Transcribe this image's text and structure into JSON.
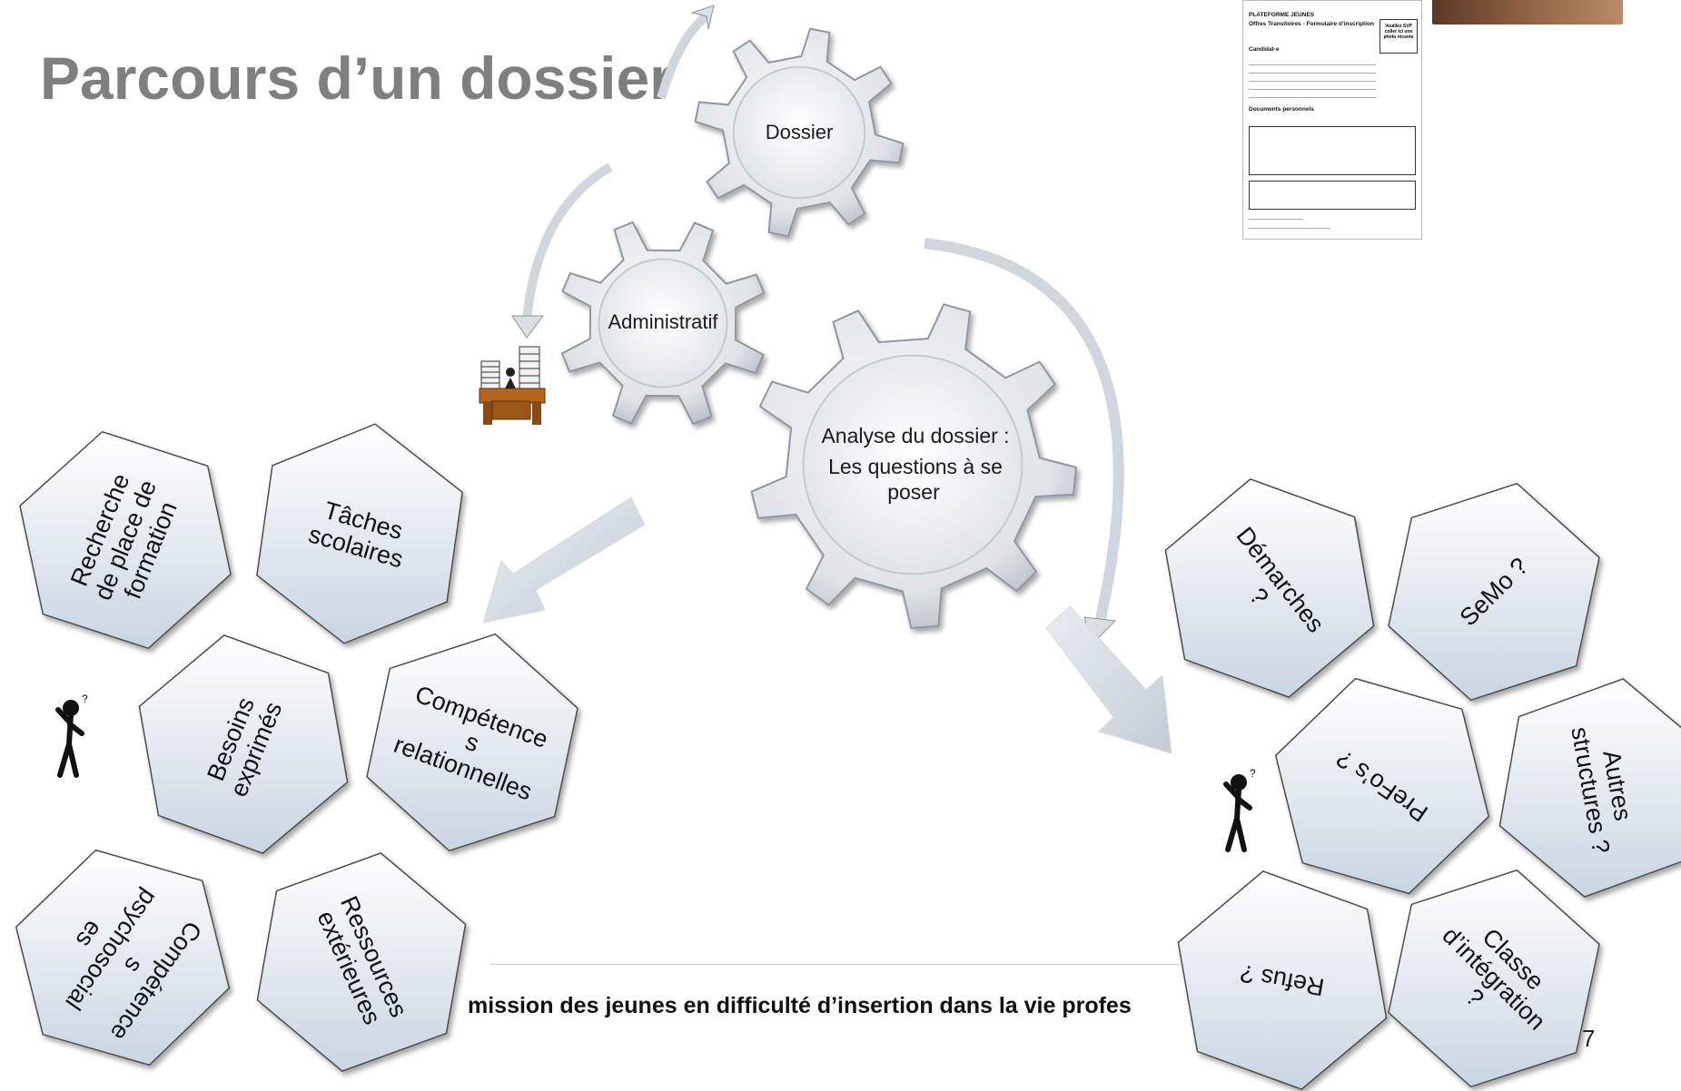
{
  "slide": {
    "title": "Parcours d’un dossier",
    "footer": "mission des jeunes en difficulté d’insertion dans la vie profes",
    "page_number": "7"
  },
  "gears": {
    "dossier": "Dossier",
    "administratif": "Administratif",
    "analyse_line1": "Analyse du dossier :",
    "analyse_line2": "Les questions à se",
    "analyse_line3": "poser"
  },
  "left_hexagons": {
    "recherche": [
      "Recherche",
      "de place de",
      "formation"
    ],
    "taches": [
      "Tâches",
      "scolaires"
    ],
    "besoins": [
      "Besoins",
      "exprimés"
    ],
    "competences_rel": [
      "Compétence",
      "s",
      "relationnelles"
    ],
    "competences_psy": [
      "Compétence",
      "s",
      "psychosocial",
      "es"
    ],
    "ressources": [
      "Ressources",
      "extérieures"
    ]
  },
  "right_hexagons": {
    "demarches": [
      "Démarches",
      "?"
    ],
    "semo": [
      "SeMo ?"
    ],
    "prefos": [
      "PreFo’s ?"
    ],
    "autres": [
      "Autres",
      "structures ?"
    ],
    "refus": [
      "Refus ?"
    ],
    "classe": [
      "Classe",
      "d’intégration",
      "?"
    ]
  },
  "form_thumbnail": {
    "header": "PLATEFORME JEUNES",
    "subtitle": "Offres Transitoires - Formulaire d’inscription",
    "candidate": "Candidat-e",
    "documents": "Documents personnels",
    "photo_box": "Veuillez SVP coller ici une photo récente"
  },
  "icons": {
    "desk": "office-desk-with-files-icon",
    "thinker_left": "thinking-stick-figure-icon",
    "thinker_right": "thinking-stick-figure-icon"
  },
  "colors": {
    "title": "#7f7f7f",
    "hex_fill_top": "#ffffff",
    "hex_fill_bottom": "#c9d5e2",
    "gear_fill": "#dfe3e8"
  }
}
